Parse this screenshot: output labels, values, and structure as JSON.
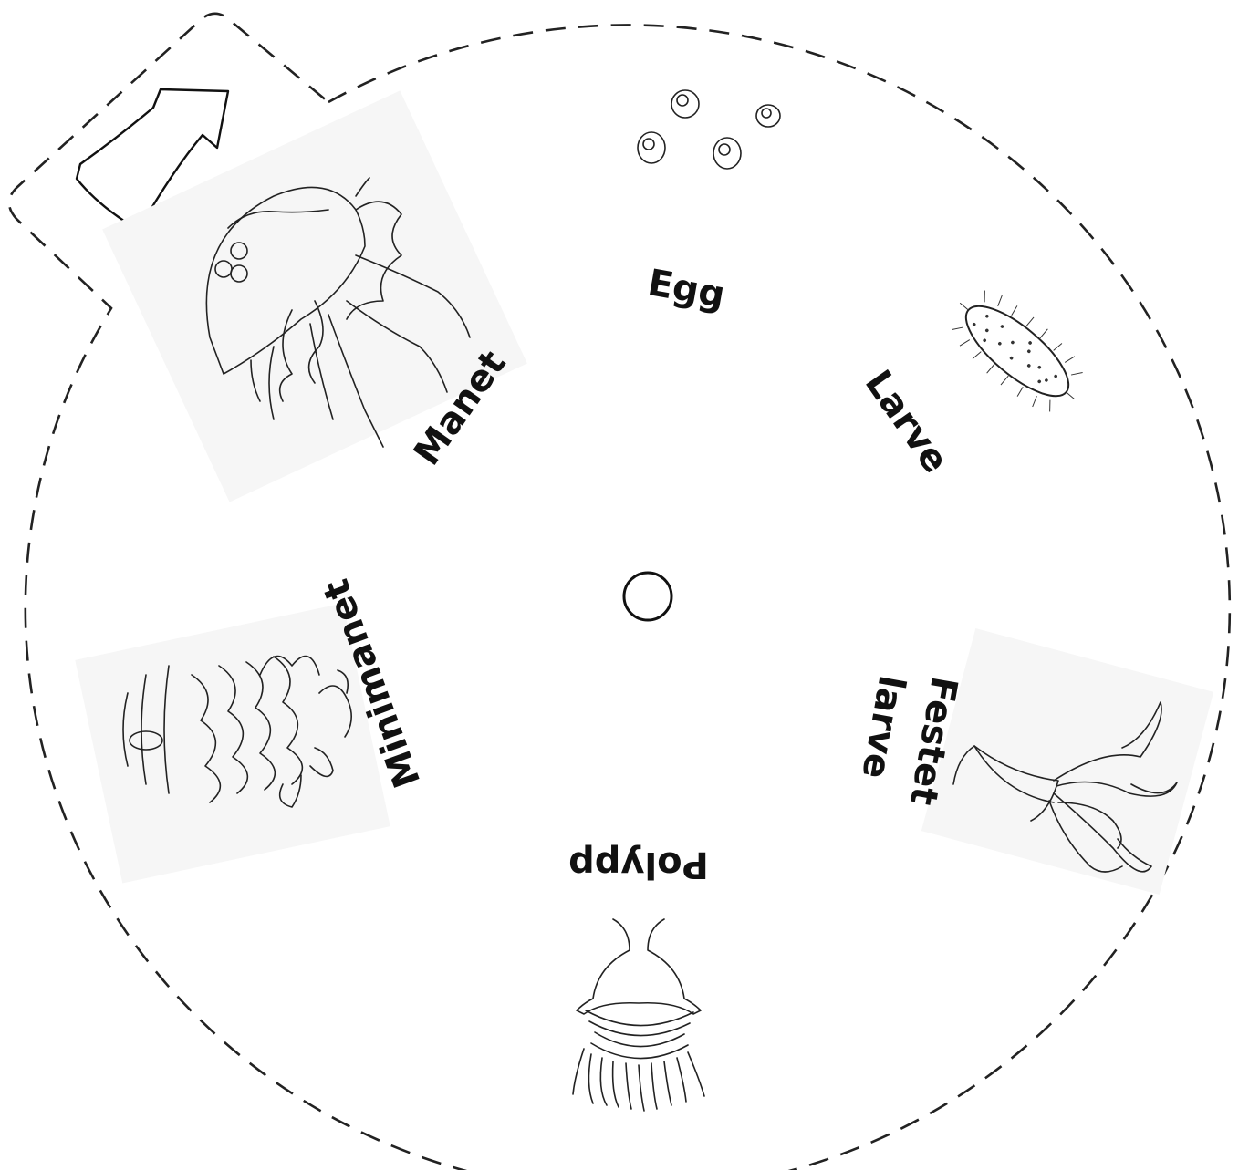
{
  "wheel": {
    "stages": [
      {
        "key": "egg",
        "label": "Egg"
      },
      {
        "key": "larve",
        "label": "Larve"
      },
      {
        "key": "festet",
        "line1": "Festet",
        "line2": "larve"
      },
      {
        "key": "polypp",
        "label": "Polypp"
      },
      {
        "key": "minimanet",
        "label": "Minimanet"
      },
      {
        "key": "manet",
        "label": "Manet"
      }
    ]
  },
  "colors": {
    "ink": "#222222",
    "paper": "#ffffff"
  },
  "icons": [
    "arrow-icon",
    "center-hole-icon",
    "eggs-icon",
    "larva-icon",
    "attached-larva-icon",
    "polyp-icon",
    "ephyra-icon",
    "jellyfish-icon"
  ]
}
